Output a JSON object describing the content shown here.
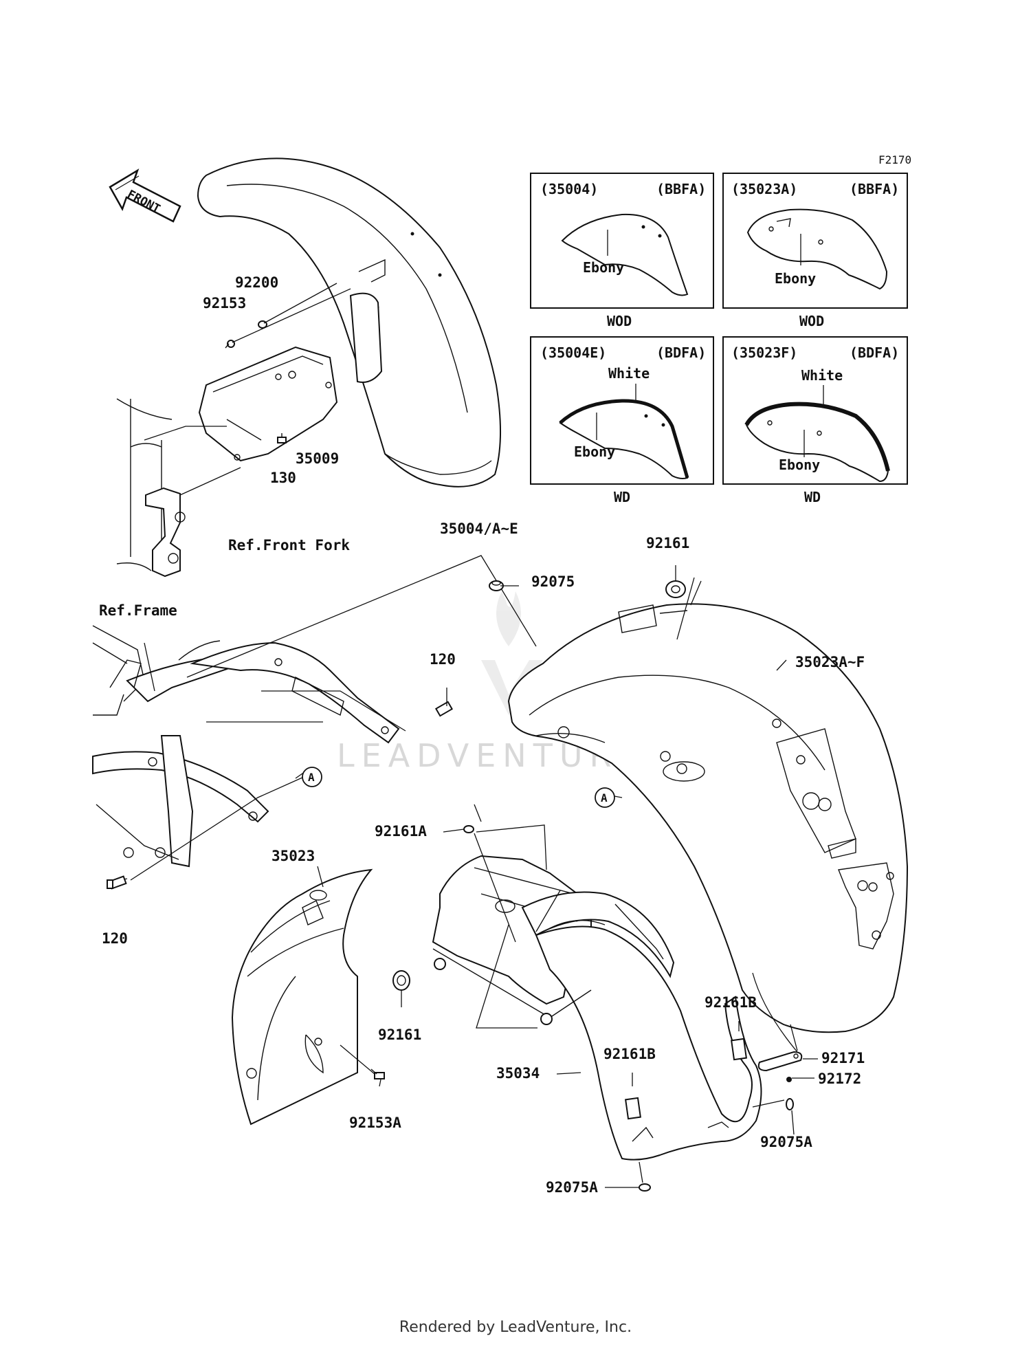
{
  "figure_code": "F2170",
  "front_arrow_text": "FRONT",
  "watermark": "LEADVENTURE",
  "footer": "Rendered by LeadVenture, Inc.",
  "variant_boxes": [
    {
      "part": "(35004)",
      "code": "(BBFA)",
      "colors": [
        "Ebony"
      ],
      "market": "WOD"
    },
    {
      "part": "(35023A)",
      "code": "(BBFA)",
      "colors": [
        "Ebony"
      ],
      "market": "WOD"
    },
    {
      "part": "(35004E)",
      "code": "(BDFA)",
      "colors": [
        "White",
        "Ebony"
      ],
      "market": "WD"
    },
    {
      "part": "(35023F)",
      "code": "(BDFA)",
      "colors": [
        "White",
        "Ebony"
      ],
      "market": "WD"
    }
  ],
  "callouts": {
    "c92200": "92200",
    "c92153": "92153",
    "c35009": "35009",
    "c130": "130",
    "c35004": "35004/A~E",
    "refFork": "Ref.Front Fork",
    "refFrame": "Ref.Frame",
    "c92075": "92075",
    "c92161top": "92161",
    "c35023AF": "35023A~F",
    "c120top": "120",
    "cAleft": "A",
    "cAright": "A",
    "c92161A": "92161A",
    "c35023": "35023",
    "c120bot": "120",
    "c92161mid": "92161",
    "c92161B_r": "92161B",
    "c92161B_l": "92161B",
    "c92171": "92171",
    "c92172": "92172",
    "c35034": "35034",
    "c92153A": "92153A",
    "c92075A_r": "92075A",
    "c92075A_b": "92075A"
  }
}
